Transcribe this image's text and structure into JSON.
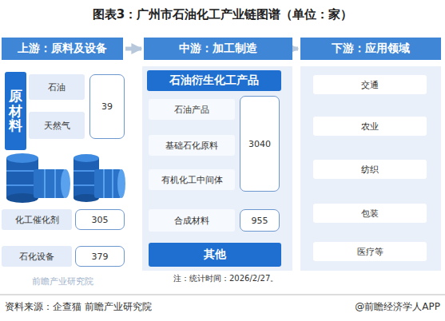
{
  "diagram": {
    "title": "图表3：广州市石油化工产业链图谱（单位：家）",
    "nodes": [
      {
        "text": [
          "上游：原料及设备"
        ]
      },
      {
        "text": [
          "中游：加工制造"
        ]
      },
      {
        "text": [
          "下游：应用领域"
        ]
      },
      {
        "text": [
          "原材料"
        ]
      },
      {
        "text": [
          "石油"
        ]
      },
      {
        "text": [
          "天然气"
        ]
      },
      {
        "text": [
          "39"
        ]
      },
      {
        "text": [
          "化工催化剂"
        ]
      },
      {
        "text": [
          "305"
        ]
      },
      {
        "text": [
          "石化设备"
        ]
      },
      {
        "text": [
          "379"
        ]
      },
      {
        "text": [
          "石油衍生化工产品"
        ]
      },
      {
        "text": [
          "石油产品"
        ]
      },
      {
        "text": [
          "基础石化原料"
        ]
      },
      {
        "text": [
          "有机化工中间体"
        ]
      },
      {
        "text": [
          "3040"
        ]
      },
      {
        "text": [
          "合成材料"
        ]
      },
      {
        "text": [
          "955"
        ]
      },
      {
        "text": [
          "其他"
        ]
      },
      {
        "text": [
          "交通"
        ]
      },
      {
        "text": [
          "农业"
        ]
      },
      {
        "text": [
          "纺织"
        ]
      },
      {
        "text": [
          "包装"
        ]
      },
      {
        "text": [
          "医疗等"
        ]
      }
    ],
    "edges": [
      {
        "from": 0,
        "to": 1,
        "arrow": "to"
      },
      {
        "from": 1,
        "to": 2,
        "arrow": "to"
      }
    ],
    "labels": [
      "注：统计时间：2026/2/27。",
      "资料来源：企查猫 前瞻产业研究院",
      "@前瞻经济学人APP",
      "前瞻产业研究院"
    ]
  }
}
